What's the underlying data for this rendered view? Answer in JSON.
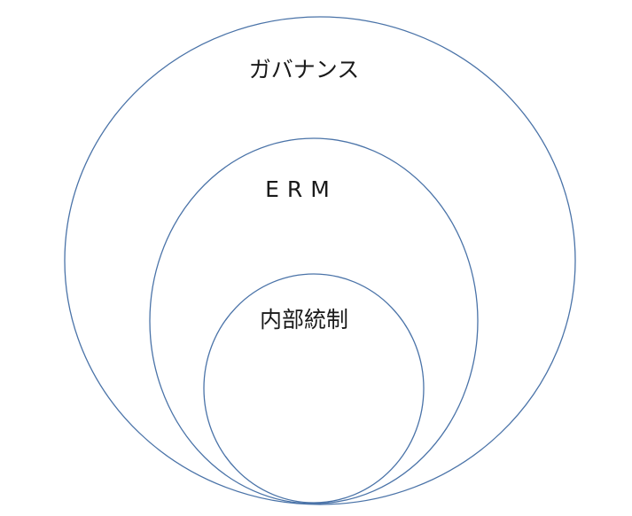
{
  "diagram": {
    "colors": {
      "stroke": "#4a73a8",
      "text": "#1a1a1a",
      "background": "#ffffff"
    },
    "outer": {
      "label": "ガバナンス"
    },
    "middle": {
      "label": "ERM"
    },
    "inner": {
      "label": "内部統制"
    }
  }
}
